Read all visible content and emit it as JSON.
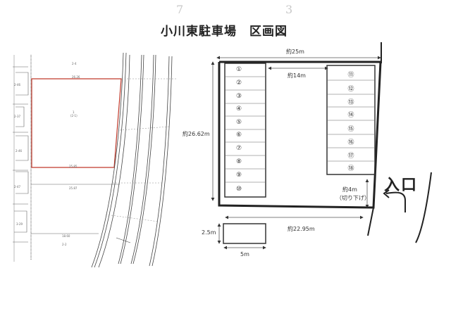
{
  "title": "小川東駐車場　区画図",
  "scribbles": [
    "7",
    "3"
  ],
  "site_plan": {
    "width_label": "約25m",
    "height_label": "約26.62m",
    "aisle_label": "約14m",
    "bottom_label": "約22.95m",
    "entry_width_label": "約4m",
    "entry_note": "（切り下げ）",
    "entrance_label": "入口",
    "space_size": {
      "width_label": "5m",
      "height_label": "2.5m"
    },
    "left_spaces": [
      "①",
      "②",
      "③",
      "④",
      "⑤",
      "⑥",
      "⑦",
      "⑧",
      "⑨",
      "⑩"
    ],
    "right_spaces": [
      "⑪",
      "⑫",
      "⑬",
      "⑭",
      "⑮",
      "⑯",
      "⑰",
      "⑱"
    ]
  },
  "cadastral_map": {
    "parcels": [
      "2-4",
      "2-46",
      "2-37",
      "2-46",
      "2-47",
      "3-29",
      "2-2"
    ],
    "main_parcel": {
      "number": "1",
      "sub": "(2-1)"
    },
    "edge_lengths": [
      "26.26",
      "25.85",
      "25.87",
      "18.60"
    ],
    "highlight_color": "#c0392b"
  }
}
